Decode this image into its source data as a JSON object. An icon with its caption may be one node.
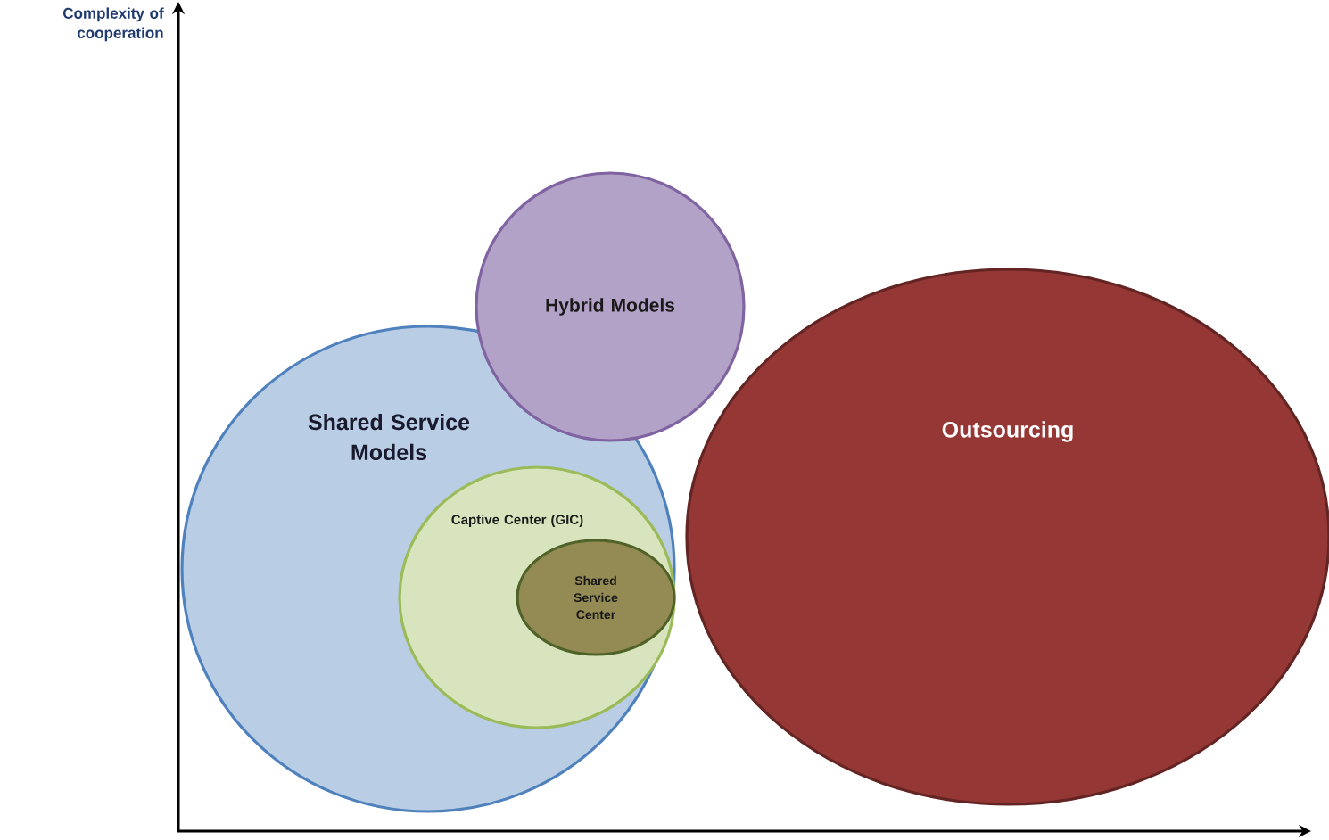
{
  "diagram": {
    "nodes": [
      {
        "text": [
          "Shared Service Models"
        ]
      },
      {
        "text": [
          "Captive Center (GIC)"
        ],
        "in": 0
      },
      {
        "text": [
          "Shared Service Center"
        ],
        "in": 1
      },
      {
        "text": [
          "Hybrid Models"
        ]
      },
      {
        "text": [
          "Outsourcing"
        ]
      }
    ],
    "labels": [
      "Complexity of cooperation"
    ]
  }
}
